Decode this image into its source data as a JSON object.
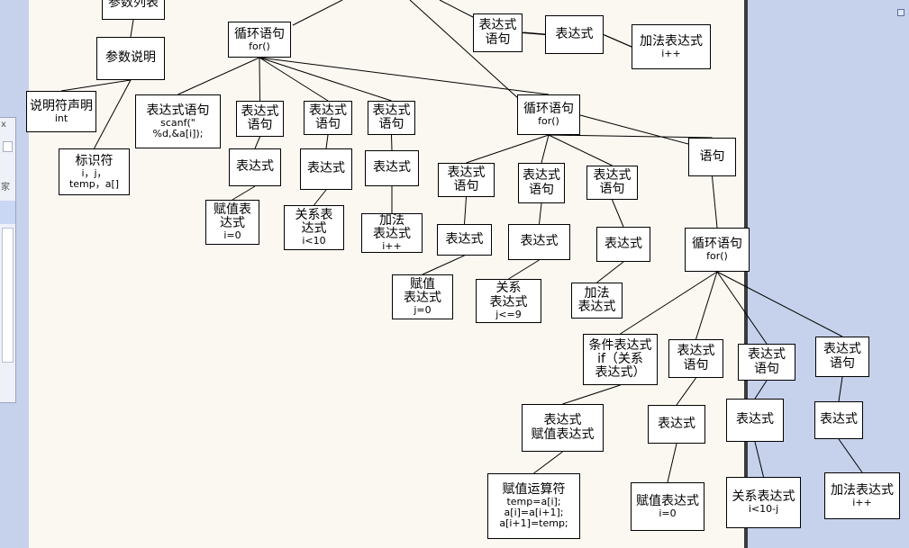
{
  "nodes": [
    {
      "id": "top-partial",
      "lines": [
        {
          "t": "参数列表",
          "s": false
        }
      ]
    },
    {
      "id": "param-desc",
      "lines": [
        {
          "t": "参数说明",
          "s": false
        }
      ]
    },
    {
      "id": "decl",
      "lines": [
        {
          "t": "说明符声明",
          "s": false
        },
        {
          "t": "int",
          "s": true
        }
      ]
    },
    {
      "id": "ident",
      "lines": [
        {
          "t": "标识符",
          "s": false
        },
        {
          "t": "i，j，",
          "s": true
        },
        {
          "t": "temp，a[]",
          "s": true
        }
      ]
    },
    {
      "id": "loop1",
      "lines": [
        {
          "t": "循环语句",
          "s": false
        },
        {
          "t": "for()",
          "s": true
        }
      ]
    },
    {
      "id": "scanf",
      "lines": [
        {
          "t": "表达式语句",
          "s": false
        },
        {
          "t": "scanf(\"",
          "s": true
        },
        {
          "t": "%d,&a[i]);",
          "s": true
        }
      ]
    },
    {
      "id": "l1-e1",
      "lines": [
        {
          "t": "表达式",
          "s": false
        },
        {
          "t": "语句",
          "s": false
        }
      ]
    },
    {
      "id": "l1-e2",
      "lines": [
        {
          "t": "表达式",
          "s": false
        },
        {
          "t": "语句",
          "s": false
        }
      ]
    },
    {
      "id": "l1-e3",
      "lines": [
        {
          "t": "表达式",
          "s": false
        },
        {
          "t": "语句",
          "s": false
        }
      ]
    },
    {
      "id": "l1-x1",
      "lines": [
        {
          "t": "表达式",
          "s": false
        }
      ]
    },
    {
      "id": "l1-x2",
      "lines": [
        {
          "t": "表达式",
          "s": false
        }
      ]
    },
    {
      "id": "l1-x3",
      "lines": [
        {
          "t": "表达式",
          "s": false
        }
      ]
    },
    {
      "id": "l1-assign",
      "lines": [
        {
          "t": "赋值表",
          "s": false
        },
        {
          "t": "达式",
          "s": false
        },
        {
          "t": "i=0",
          "s": true
        }
      ]
    },
    {
      "id": "l1-rel",
      "lines": [
        {
          "t": "关系表",
          "s": false
        },
        {
          "t": "达式",
          "s": false
        },
        {
          "t": "i<10",
          "s": true
        }
      ]
    },
    {
      "id": "l1-add",
      "lines": [
        {
          "t": "加法",
          "s": false
        },
        {
          "t": "表达式",
          "s": false
        },
        {
          "t": "i++",
          "s": true
        }
      ]
    },
    {
      "id": "top-e",
      "lines": [
        {
          "t": "表达式",
          "s": false
        },
        {
          "t": "语句",
          "s": false
        }
      ]
    },
    {
      "id": "top-x",
      "lines": [
        {
          "t": "表达式",
          "s": false
        }
      ]
    },
    {
      "id": "top-add",
      "lines": [
        {
          "t": "加法表达式",
          "s": false
        },
        {
          "t": "i++",
          "s": true
        }
      ]
    },
    {
      "id": "loop2",
      "lines": [
        {
          "t": "循环语句",
          "s": false
        },
        {
          "t": "for()",
          "s": true
        }
      ]
    },
    {
      "id": "l2-e1",
      "lines": [
        {
          "t": "表达式",
          "s": false
        },
        {
          "t": "语句",
          "s": false
        }
      ]
    },
    {
      "id": "l2-e2",
      "lines": [
        {
          "t": "表达式",
          "s": false
        },
        {
          "t": "语句",
          "s": false
        }
      ]
    },
    {
      "id": "l2-e3",
      "lines": [
        {
          "t": "表达式",
          "s": false
        },
        {
          "t": "语句",
          "s": false
        }
      ]
    },
    {
      "id": "l2-stmt",
      "lines": [
        {
          "t": "语句",
          "s": false
        }
      ]
    },
    {
      "id": "l2-x1",
      "lines": [
        {
          "t": "表达式",
          "s": false
        }
      ]
    },
    {
      "id": "l2-x2",
      "lines": [
        {
          "t": "表达式",
          "s": false
        }
      ]
    },
    {
      "id": "l2-x3",
      "lines": [
        {
          "t": "表达式",
          "s": false
        }
      ]
    },
    {
      "id": "l2-assign",
      "lines": [
        {
          "t": "赋值",
          "s": false
        },
        {
          "t": "表达式",
          "s": false
        },
        {
          "t": "j=0",
          "s": true
        }
      ]
    },
    {
      "id": "l2-rel",
      "lines": [
        {
          "t": "关系",
          "s": false
        },
        {
          "t": "表达式",
          "s": false
        },
        {
          "t": "j<=9",
          "s": true
        }
      ]
    },
    {
      "id": "l2-add",
      "lines": [
        {
          "t": "加法",
          "s": false
        },
        {
          "t": "表达式",
          "s": false
        }
      ]
    },
    {
      "id": "loop3",
      "lines": [
        {
          "t": "循环语句",
          "s": false
        },
        {
          "t": "for()",
          "s": true
        }
      ]
    },
    {
      "id": "cond",
      "lines": [
        {
          "t": "条件表达式",
          "s": false
        },
        {
          "t": "if（关系",
          "s": false
        },
        {
          "t": "表达式）",
          "s": false
        }
      ]
    },
    {
      "id": "l3-e1",
      "lines": [
        {
          "t": "表达式",
          "s": false
        },
        {
          "t": "语句",
          "s": false
        }
      ]
    },
    {
      "id": "l3-e2",
      "lines": [
        {
          "t": "表达式",
          "s": false
        },
        {
          "t": "语句",
          "s": false
        }
      ]
    },
    {
      "id": "l3-e3",
      "lines": [
        {
          "t": "表达式",
          "s": false
        },
        {
          "t": "语句",
          "s": false
        }
      ]
    },
    {
      "id": "cond-x",
      "lines": [
        {
          "t": "表达式",
          "s": false
        },
        {
          "t": "赋值表达式",
          "s": false
        }
      ]
    },
    {
      "id": "l3-x1",
      "lines": [
        {
          "t": "表达式",
          "s": false
        }
      ]
    },
    {
      "id": "l3-x2",
      "lines": [
        {
          "t": "表达式",
          "s": false
        }
      ]
    },
    {
      "id": "l3-x3",
      "lines": [
        {
          "t": "表达式",
          "s": false
        }
      ]
    },
    {
      "id": "swap",
      "lines": [
        {
          "t": "赋值运算符",
          "s": false
        },
        {
          "t": "temp=a[i];",
          "s": true
        },
        {
          "t": "a[i]=a[i+1];",
          "s": true
        },
        {
          "t": "a[i+1]=temp;",
          "s": true
        }
      ]
    },
    {
      "id": "l3-assign",
      "lines": [
        {
          "t": "赋值表达式",
          "s": false
        },
        {
          "t": "i=0",
          "s": true
        }
      ]
    },
    {
      "id": "l3-rel",
      "lines": [
        {
          "t": "关系表达式",
          "s": false
        },
        {
          "t": "i<10-j",
          "s": true
        }
      ]
    },
    {
      "id": "l3-add",
      "lines": [
        {
          "t": "加法表达式",
          "s": false
        },
        {
          "t": "i++",
          "s": true
        }
      ]
    }
  ],
  "edges": [
    [
      "param-desc",
      "top-partial"
    ],
    [
      "param-desc",
      "decl"
    ],
    [
      "param-desc",
      "ident"
    ],
    [
      "loop1",
      "scanf"
    ],
    [
      "loop1",
      "l1-e1"
    ],
    [
      "loop1",
      "l1-e2"
    ],
    [
      "loop1",
      "l1-e3"
    ],
    [
      "loop1",
      "loop2"
    ],
    [
      "l1-e1",
      "l1-x1"
    ],
    [
      "l1-e2",
      "l1-x2"
    ],
    [
      "l1-e3",
      "l1-x3"
    ],
    [
      "l1-x1",
      "l1-assign"
    ],
    [
      "l1-x2",
      "l1-rel"
    ],
    [
      "l1-x3",
      "l1-add"
    ],
    [
      "top-e",
      "top-x"
    ],
    [
      "top-x",
      "top-add"
    ],
    [
      "loop2",
      "l2-e1"
    ],
    [
      "loop2",
      "l2-e2"
    ],
    [
      "loop2",
      "l2-e3"
    ],
    [
      "loop2",
      "l2-stmt"
    ],
    [
      "l2-e1",
      "l2-x1"
    ],
    [
      "l2-e2",
      "l2-x2"
    ],
    [
      "l2-e3",
      "l2-x3"
    ],
    [
      "l2-x1",
      "l2-assign"
    ],
    [
      "l2-x2",
      "l2-rel"
    ],
    [
      "l2-x3",
      "l2-add"
    ],
    [
      "l2-stmt",
      "loop3"
    ],
    [
      "loop3",
      "cond"
    ],
    [
      "loop3",
      "l3-e1"
    ],
    [
      "loop3",
      "l3-e2"
    ],
    [
      "loop3",
      "l3-e3"
    ],
    [
      "cond",
      "cond-x"
    ],
    [
      "cond-x",
      "swap"
    ],
    [
      "l3-e1",
      "l3-x1"
    ],
    [
      "l3-e2",
      "l3-x2"
    ],
    [
      "l3-e3",
      "l3-x3"
    ],
    [
      "l3-x1",
      "l3-assign"
    ],
    [
      "l3-x2",
      "l3-rel"
    ],
    [
      "l3-x3",
      "l3-add"
    ]
  ],
  "panel": {
    "glyph1": "x",
    "glyph2": "家"
  }
}
